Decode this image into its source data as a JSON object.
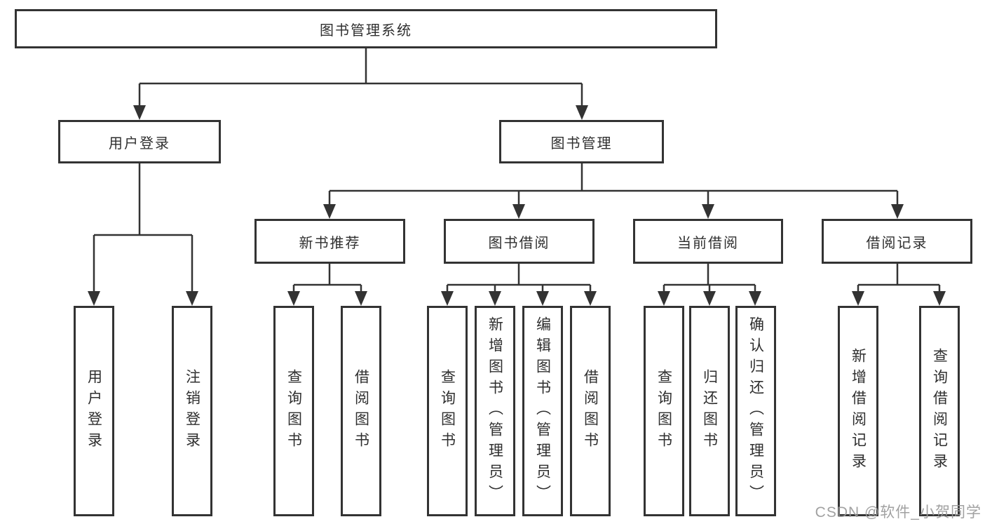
{
  "diagram": {
    "type": "hierarchy-flowchart",
    "title": "图书管理系统",
    "nodes": {
      "root": "图书管理系统",
      "user_login": "用户登录",
      "book_management": "图书管理",
      "new_book_recommend": "新书推荐",
      "book_borrow": "图书借阅",
      "current_borrow": "当前借阅",
      "borrow_record": "借阅记录",
      "leaf_user_login": "用户登录",
      "leaf_logout": "注销登录",
      "leaf_query_book_a": "查询图书",
      "leaf_borrow_book_a": "借阅图书",
      "leaf_query_book_b": "查询图书",
      "leaf_add_book_admin": "新增图书（管理员）",
      "leaf_edit_book_admin": "编辑图书（管理员）",
      "leaf_borrow_book_b": "借阅图书",
      "leaf_query_book_c": "查询图书",
      "leaf_return_book": "归还图书",
      "leaf_confirm_return_admin": "确认归还（管理员）",
      "leaf_add_borrow_record": "新增借阅记录",
      "leaf_query_borrow_record": "查询借阅记录"
    },
    "edges": [
      [
        "root",
        "user_login"
      ],
      [
        "root",
        "book_management"
      ],
      [
        "user_login",
        "leaf_user_login"
      ],
      [
        "user_login",
        "leaf_logout"
      ],
      [
        "book_management",
        "new_book_recommend"
      ],
      [
        "book_management",
        "book_borrow"
      ],
      [
        "book_management",
        "current_borrow"
      ],
      [
        "book_management",
        "borrow_record"
      ],
      [
        "new_book_recommend",
        "leaf_query_book_a"
      ],
      [
        "new_book_recommend",
        "leaf_borrow_book_a"
      ],
      [
        "book_borrow",
        "leaf_query_book_b"
      ],
      [
        "book_borrow",
        "leaf_add_book_admin"
      ],
      [
        "book_borrow",
        "leaf_edit_book_admin"
      ],
      [
        "book_borrow",
        "leaf_borrow_book_b"
      ],
      [
        "current_borrow",
        "leaf_query_book_c"
      ],
      [
        "current_borrow",
        "leaf_return_book"
      ],
      [
        "current_borrow",
        "leaf_confirm_return_admin"
      ],
      [
        "borrow_record",
        "leaf_add_borrow_record"
      ],
      [
        "borrow_record",
        "leaf_query_borrow_record"
      ]
    ],
    "watermark": "CSDN @软件_小贺同学",
    "colors": {
      "line": "#333333",
      "box_border": "#333333",
      "text": "#2f2f2f",
      "watermark": "#9a9a9a",
      "background": "#ffffff"
    }
  }
}
